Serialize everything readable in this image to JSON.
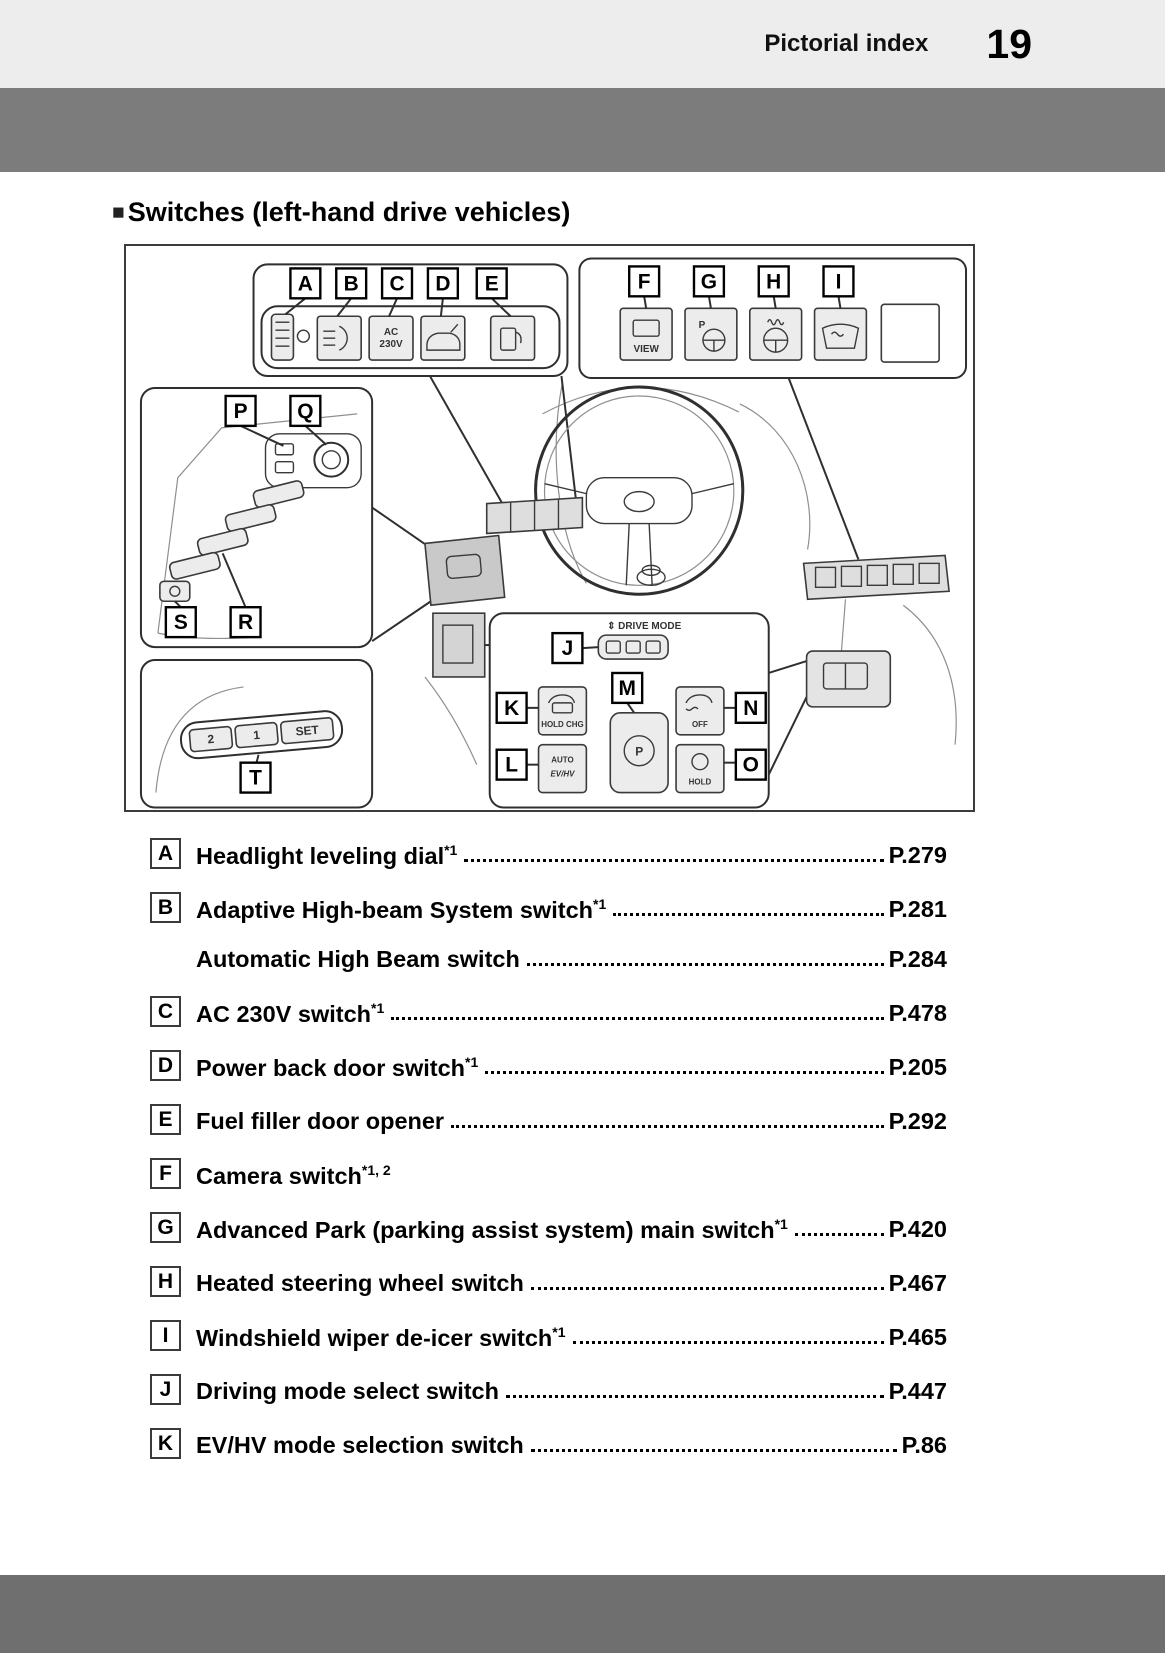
{
  "header": {
    "title": "Pictorial index",
    "page_number": "19"
  },
  "section_marker": "■",
  "section_title": "Switches (left-hand drive vehicles)",
  "diagram": {
    "callouts": {
      "top_left": [
        "A",
        "B",
        "C",
        "D",
        "E"
      ],
      "top_right": [
        "F",
        "G",
        "H",
        "I"
      ],
      "door": [
        "P",
        "Q",
        "S",
        "R"
      ],
      "seat": [
        "T"
      ],
      "console": [
        "J",
        "K",
        "L",
        "M",
        "N",
        "O"
      ]
    },
    "labels": {
      "ac_line1": "AC",
      "ac_line2": "230V",
      "view": "VIEW",
      "park": "P",
      "park_p": "P",
      "drive_mode": "⇕ DRIVE MODE",
      "btn2": "2",
      "btn1": "1",
      "set": "SET",
      "hold_chg": "HOLD CHG",
      "auto": "AUTO",
      "evhv": "EV/HV",
      "off": "OFF",
      "hold": "HOLD"
    }
  },
  "index": [
    {
      "key": "A",
      "lines": [
        {
          "label": "Headlight leveling dial",
          "sup": "*1",
          "page": "P.279"
        }
      ]
    },
    {
      "key": "B",
      "lines": [
        {
          "label": "Adaptive High-beam System switch",
          "sup": "*1",
          "page": "P.281"
        },
        {
          "label": "Automatic High Beam switch",
          "sup": "",
          "page": "P.284"
        }
      ]
    },
    {
      "key": "C",
      "lines": [
        {
          "label": "AC 230V switch",
          "sup": "*1",
          "page": "P.478"
        }
      ]
    },
    {
      "key": "D",
      "lines": [
        {
          "label": "Power back door switch",
          "sup": "*1",
          "page": "P.205"
        }
      ]
    },
    {
      "key": "E",
      "lines": [
        {
          "label": "Fuel filler door opener",
          "sup": "",
          "page": "P.292"
        }
      ]
    },
    {
      "key": "F",
      "lines": [
        {
          "label": "Camera switch",
          "sup": "*1, 2",
          "page": ""
        }
      ]
    },
    {
      "key": "G",
      "lines": [
        {
          "label": "Advanced Park (parking assist system) main switch",
          "sup": "*1",
          "page": "P.420"
        }
      ]
    },
    {
      "key": "H",
      "lines": [
        {
          "label": "Heated steering wheel switch",
          "sup": "",
          "page": "P.467"
        }
      ]
    },
    {
      "key": "I",
      "lines": [
        {
          "label": "Windshield wiper de-icer switch",
          "sup": "*1",
          "page": "P.465"
        }
      ]
    },
    {
      "key": "J",
      "lines": [
        {
          "label": "Driving mode select switch",
          "sup": "",
          "page": "P.447"
        }
      ]
    },
    {
      "key": "K",
      "lines": [
        {
          "label": "EV/HV mode selection switch",
          "sup": "",
          "page": "P.86"
        }
      ]
    }
  ],
  "colors": {
    "header_bg": "#ededed",
    "band": "#7c7c7c",
    "footer_band": "#6f6f6f"
  }
}
